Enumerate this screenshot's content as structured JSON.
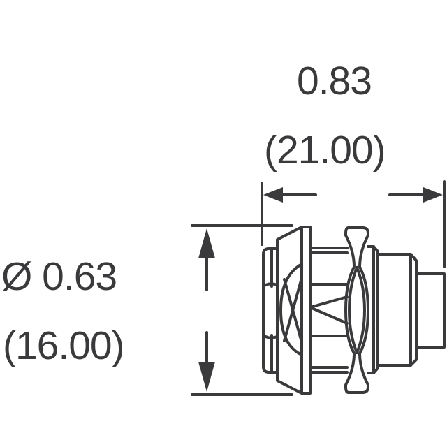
{
  "drawing": {
    "subject": "panel-mount connector outline",
    "line_color": "#3a3a3c",
    "background": "#ffffff"
  },
  "dimensions": {
    "length": {
      "inch": "0.83",
      "mm": "(21.00)"
    },
    "diameter": {
      "inch": "Ø 0.63",
      "mm": "(16.00)"
    }
  }
}
